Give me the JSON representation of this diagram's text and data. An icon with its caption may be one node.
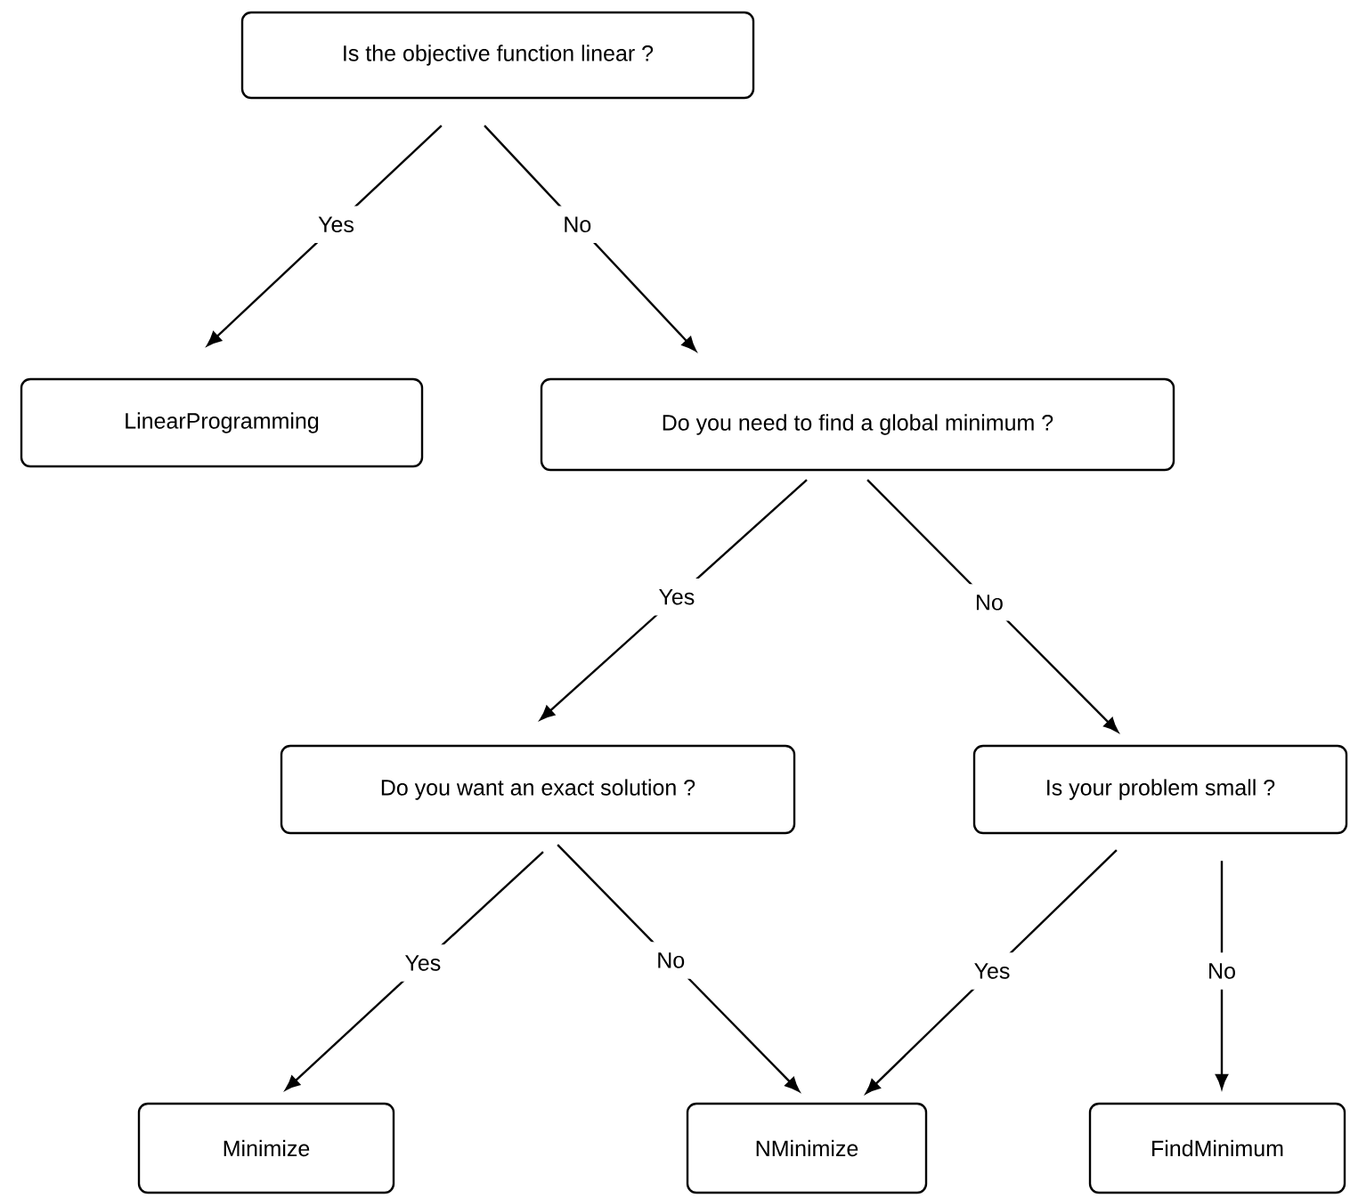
{
  "diagram": {
    "nodes": [
      {
        "text": [
          "Is the objective function linear ?"
        ]
      },
      {
        "text": [
          "LinearProgramming"
        ]
      },
      {
        "text": [
          "Do you need to find a global minimum ?"
        ]
      },
      {
        "text": [
          "Do you want an exact solution ?"
        ]
      },
      {
        "text": [
          "Is your problem small ?"
        ]
      },
      {
        "text": [
          "Minimize"
        ]
      },
      {
        "text": [
          "NMinimize"
        ]
      },
      {
        "text": [
          "FindMinimum"
        ]
      }
    ],
    "edges": [
      {
        "from": 0,
        "to": 1,
        "arrow": "to",
        "label": "Yes"
      },
      {
        "from": 0,
        "to": 2,
        "arrow": "to",
        "label": "No"
      },
      {
        "from": 2,
        "to": 3,
        "arrow": "to",
        "label": "Yes"
      },
      {
        "from": 2,
        "to": 4,
        "arrow": "to",
        "label": "No"
      },
      {
        "from": 3,
        "to": 5,
        "arrow": "to",
        "label": "Yes"
      },
      {
        "from": 3,
        "to": 6,
        "arrow": "to",
        "label": "No"
      },
      {
        "from": 4,
        "to": 6,
        "arrow": "to",
        "label": "Yes"
      },
      {
        "from": 4,
        "to": 7,
        "arrow": "to",
        "label": "No"
      }
    ]
  }
}
